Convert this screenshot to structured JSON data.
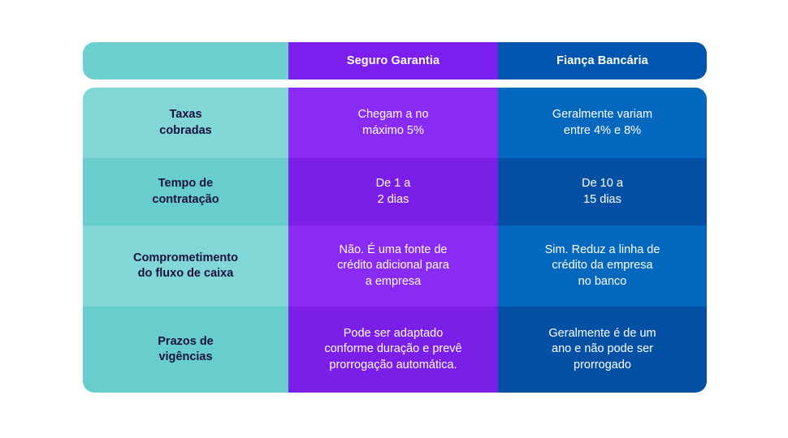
{
  "table": {
    "columns": [
      {
        "key": "label",
        "header": "",
        "theme": "teal"
      },
      {
        "key": "seguro",
        "header": "Seguro Garantia",
        "theme": "purple"
      },
      {
        "key": "fianca",
        "header": "Fiança Bancária",
        "theme": "blue"
      }
    ],
    "rows": [
      {
        "label": "Taxas\ncobradas",
        "seguro": "Chegam a no\nmáximo 5%",
        "fianca": "Geralmente variam\nentre 4% e 8%"
      },
      {
        "label": "Tempo de\ncontratação",
        "seguro": "De 1 a\n2 dias",
        "fianca": "De 10 a\n15 dias"
      },
      {
        "label": "Comprometimento\ndo fluxo de caixa",
        "seguro": "Não. É uma fonte de\ncrédito adicional para\na empresa",
        "fianca": "Sim. Reduz a linha de\ncrédito da empresa\nno banco"
      },
      {
        "label": "Prazos de\nvigências",
        "seguro": "Pode ser adaptado\nconforme duração e prevê\nprorrogação automática.",
        "fianca": "Geralmente é de um\nano e não pode ser\nprorrogado"
      }
    ]
  },
  "colors": {
    "header_teal": "#6ECFCF",
    "header_purple": "#7C1FEE",
    "header_blue": "#0055B0",
    "row_teal_light": "#81D6D6",
    "row_teal_dark": "#68CDCD",
    "row_purple_light": "#8A2BF5",
    "row_purple_dark": "#7A1EE8",
    "row_blue_light": "#0468BE",
    "row_blue_dark": "#0450A4",
    "label_text": "#1B1140",
    "value_text": "#FFFFFF",
    "page_background": "#FFFFFF"
  }
}
